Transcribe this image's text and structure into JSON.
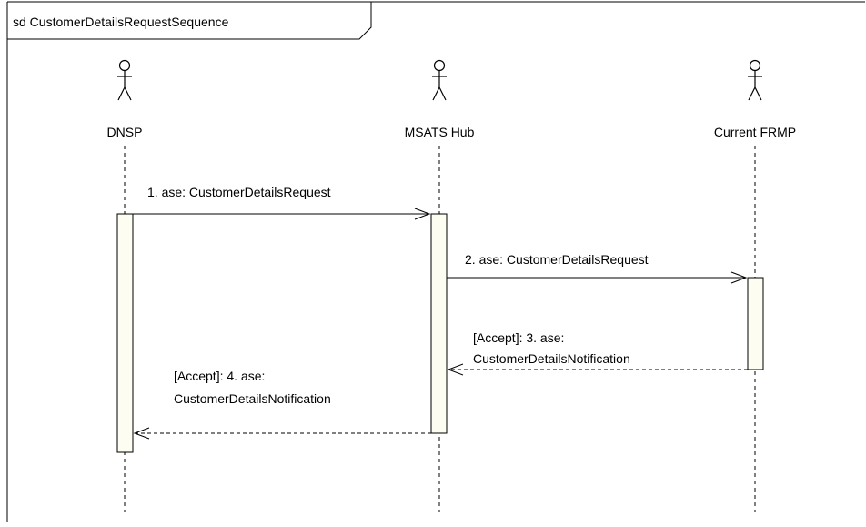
{
  "diagram": {
    "frame_title": "sd CustomerDetailsRequestSequence",
    "colors": {
      "line": "#000000",
      "activation_fill": "#fdfdf1",
      "background": "#ffffff"
    },
    "actors": [
      {
        "id": "dnsp",
        "name": "DNSP"
      },
      {
        "id": "msats",
        "name": "MSATS Hub"
      },
      {
        "id": "frmp",
        "name": "Current FRMP"
      }
    ],
    "messages": [
      {
        "seq": 1,
        "type": "synchronous-call",
        "from": "DNSP",
        "to": "MSATS Hub",
        "label_lines": [
          "1. ase: CustomerDetailsRequest"
        ]
      },
      {
        "seq": 2,
        "type": "synchronous-call",
        "from": "MSATS Hub",
        "to": "Current FRMP",
        "label_lines": [
          "2. ase: CustomerDetailsRequest"
        ]
      },
      {
        "seq": 3,
        "type": "return",
        "from": "Current FRMP",
        "to": "MSATS Hub",
        "label_lines": [
          "[Accept]: 3. ase:",
          "CustomerDetailsNotification"
        ]
      },
      {
        "seq": 4,
        "type": "return",
        "from": "MSATS Hub",
        "to": "DNSP",
        "label_lines": [
          "[Accept]: 4. ase:",
          "CustomerDetailsNotification"
        ]
      }
    ]
  }
}
